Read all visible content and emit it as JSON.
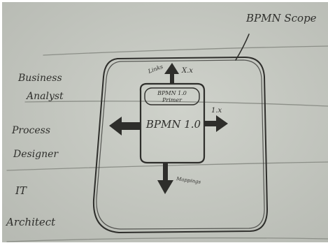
{
  "whiteboard": {
    "colors": {
      "paper": "#c9ccc5",
      "paper_dark": "#b9bcb5",
      "ink": "#2e2e2b",
      "rule_line": "#8c8f88",
      "frame": "#ffffff"
    },
    "scope_label": "BPMN Scope",
    "lanes": [
      {
        "line1": "Business",
        "line2": "Analyst"
      },
      {
        "line1": "Process",
        "line2": "Designer"
      },
      {
        "line1": "IT",
        "line2": "Architect"
      }
    ],
    "center_box": {
      "badge_line1": "BPMN 1.0",
      "badge_line2": "Primer",
      "title": "BPMN 1.0"
    },
    "arrows": {
      "up_label": "Links",
      "up_version": "X.x",
      "right_version": "1.x",
      "down_label": "Mappings"
    }
  }
}
